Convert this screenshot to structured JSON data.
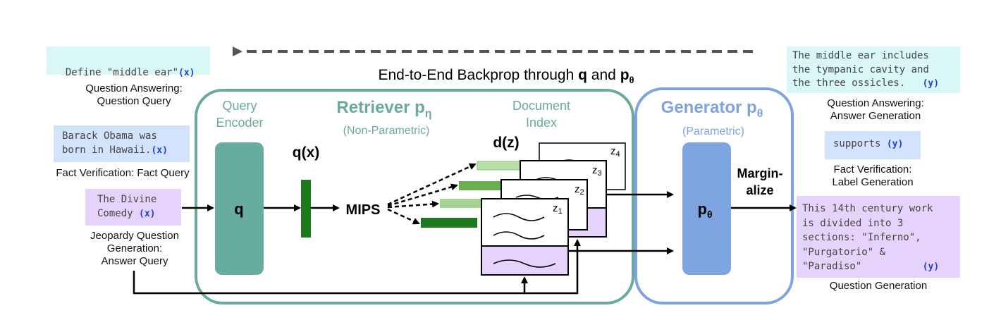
{
  "banner": {
    "text": "End-to-End Backprop through ",
    "q": "q",
    "and": " and ",
    "p": "p",
    "p_sub": "θ"
  },
  "inputs": [
    {
      "text": "Define \"middle ear\"",
      "tag": "(x)",
      "caption": "Question Answering:\nQuestion Query"
    },
    {
      "text": "Barack Obama was\nborn in Hawaii.",
      "tag": "(x)",
      "caption": "Fact Verification: Fact Query"
    },
    {
      "text": "The Divine\nComedy ",
      "tag": "(x)",
      "caption": "Jeopardy Question\nGeneration:\nAnswer Query"
    }
  ],
  "outputs": [
    {
      "text": "The middle ear includes\nthe tympanic cavity and\nthe three ossicles.",
      "tag": "(y)",
      "caption": "Question Answering:\nAnswer Generation"
    },
    {
      "text": "supports ",
      "tag": "(y)",
      "caption": "Fact Verification:\nLabel Generation"
    },
    {
      "text": "This 14th century work\nis divided into 3\nsections: \"Inferno\",\n\"Purgatorio\" &\n\"Paradiso\"",
      "tag": "(y)",
      "caption": "Question Generation"
    }
  ],
  "retriever": {
    "title": "Retriever p",
    "title_sub": "η",
    "subtitle": "(Non-Parametric)",
    "query_encoder": "Query\nEncoder",
    "q_label": "q",
    "qx_label": "q(x)",
    "mips_label": "MIPS",
    "doc_index": "Document\nIndex",
    "dz_label": "d(z)",
    "docs": [
      {
        "z": "z",
        "sub": "4"
      },
      {
        "z": "z",
        "sub": "3"
      },
      {
        "z": "z",
        "sub": "2"
      },
      {
        "z": "z",
        "sub": "1"
      }
    ]
  },
  "generator": {
    "title": "Generator p",
    "title_sub": "θ",
    "subtitle": "(Parametric)",
    "p_label": "p",
    "p_sub": "θ"
  },
  "marginalize": "Margin-\nalize",
  "colors": {
    "retriever": "#6aaa9e",
    "generator": "#7fa3e0",
    "encoder_box": "#68ab9f",
    "generator_box": "#7ea5e0",
    "dark_green": "#1e7a1e",
    "mid_green": "#4ea83f",
    "light_green": "#b8e0a6",
    "purple": "#e6d3fb"
  }
}
